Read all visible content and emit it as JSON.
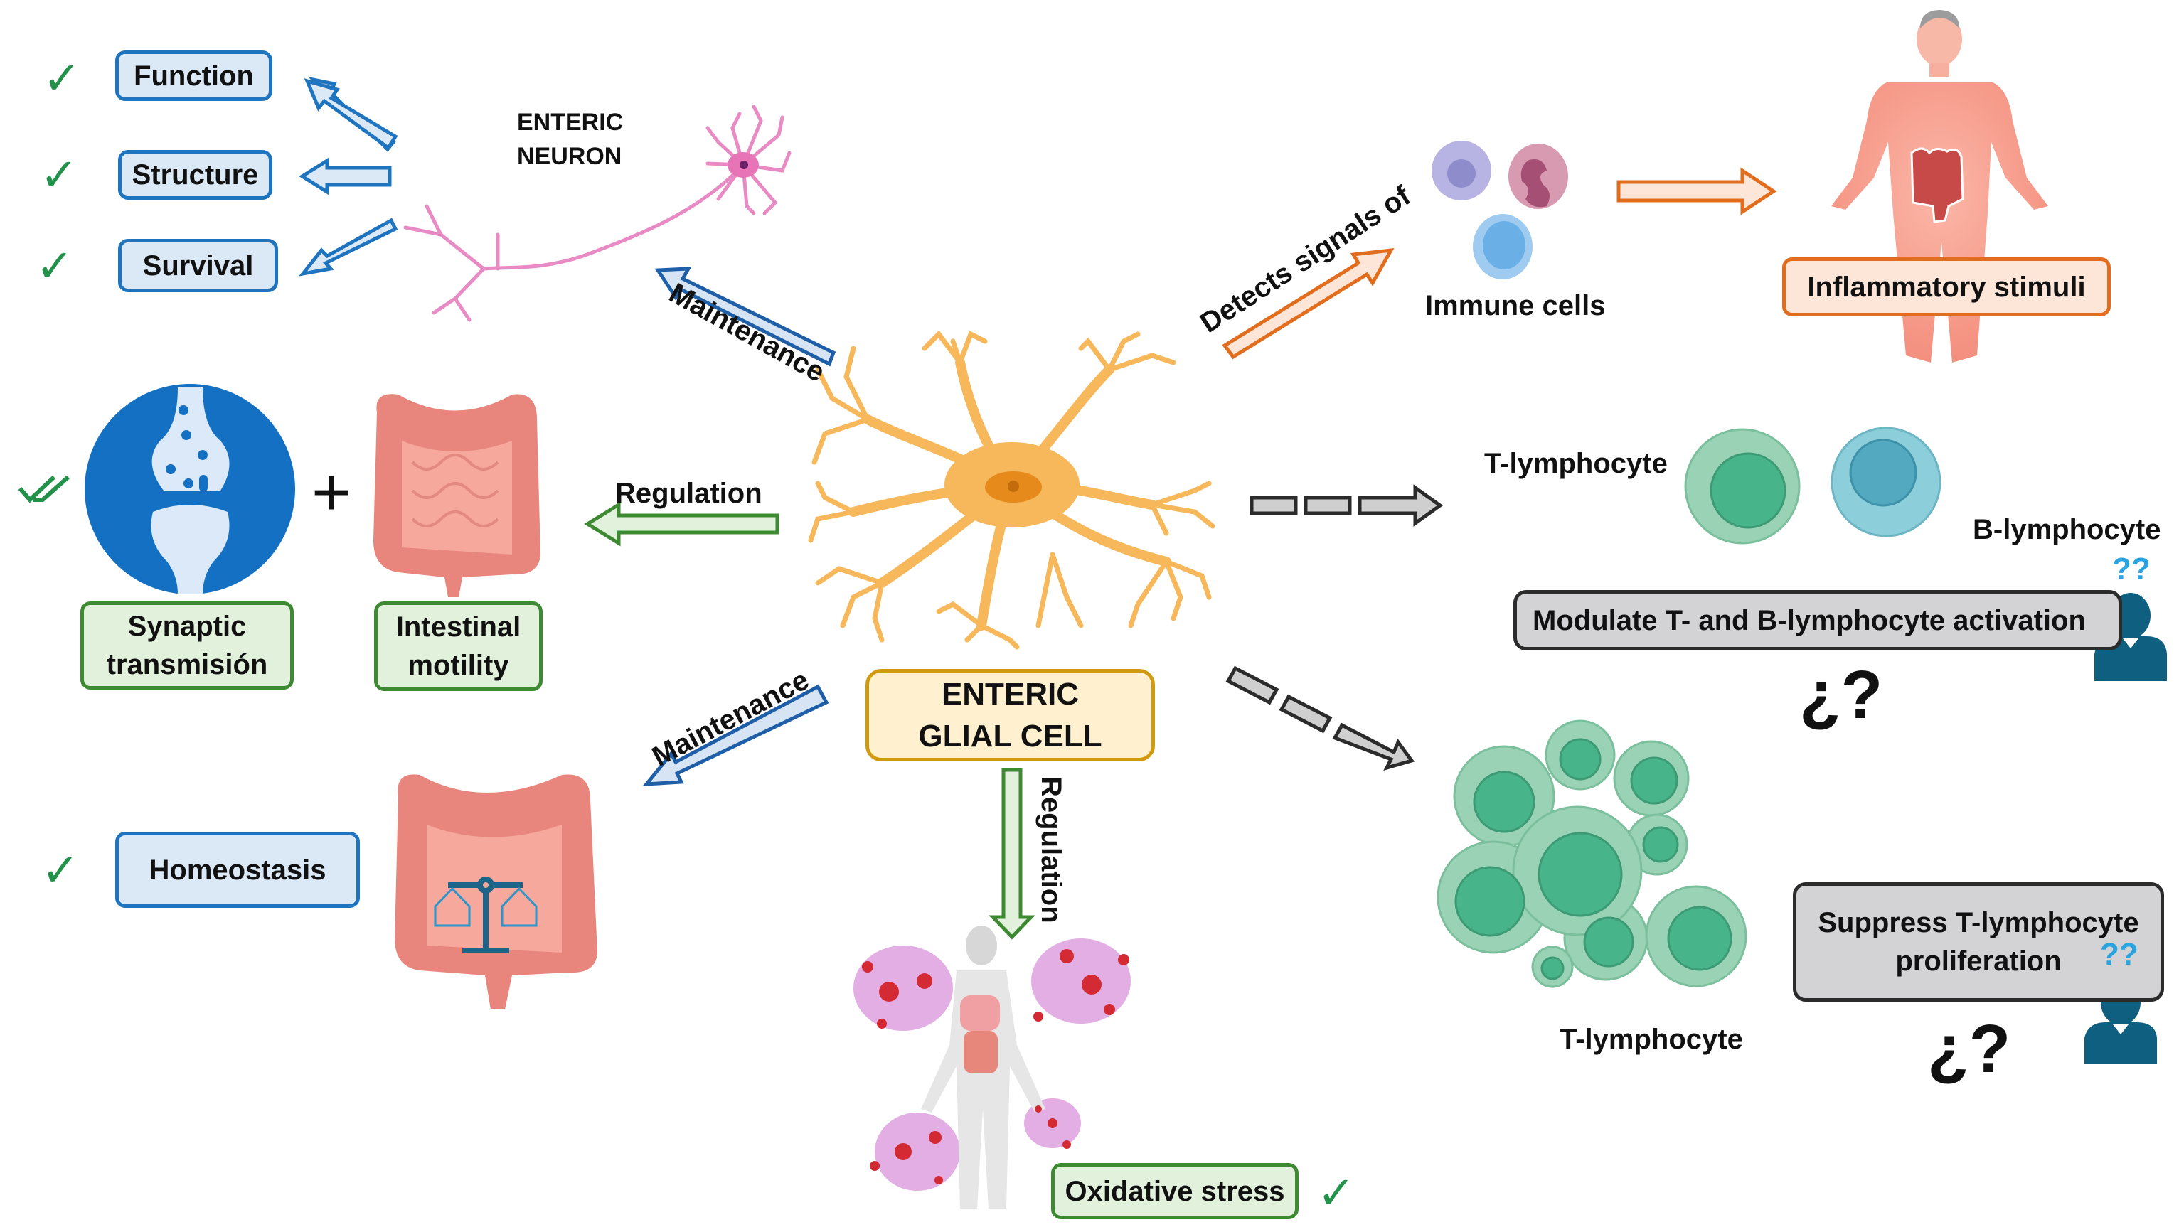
{
  "center": {
    "title_line1": "ENTERIC",
    "title_line2": "GLIAL CELL"
  },
  "neuron": {
    "label_line1": "ENTERIC",
    "label_line2": "NEURON",
    "outcomes": [
      {
        "label": "Function",
        "checked": true
      },
      {
        "label": "Structure",
        "checked": true
      },
      {
        "label": "Survival",
        "checked": true
      }
    ]
  },
  "arrows": {
    "maintenance_upper": "Maintenance",
    "regulation_left": "Regulation",
    "maintenance_lower": "Maintenance",
    "regulation_down": "Regulation",
    "detects": "Detects signals of"
  },
  "regulation_targets": {
    "synaptic_line1": "Synaptic",
    "synaptic_line2": "transmisión",
    "plus": "+",
    "motility_line1": "Intestinal",
    "motility_line2": "motility",
    "check_symbol": "double-check"
  },
  "homeostasis": {
    "label": "Homeostasis",
    "checked": true
  },
  "oxidative": {
    "label": "Oxidative stress",
    "checked": true
  },
  "immune": {
    "cells_label": "Immune cells",
    "stimuli_label": "Inflammatory stimuli"
  },
  "lymphocytes": {
    "t_label": "T-lymphocyte",
    "b_label": "B-lymphocyte",
    "modulate_label": "Modulate T- and B-lymphocyte activation",
    "t_label_2": "T-lymphocyte",
    "suppress_line1": "Suppress T-lymphocyte",
    "suppress_line2": "proliferation",
    "question": "¿?",
    "thinking": "??"
  },
  "symbols": {
    "check": "✓"
  },
  "colors": {
    "blue": "#1f74bf",
    "green": "#3d8a32",
    "orange": "#e26d1c",
    "gold": "#d19b10",
    "gray": "#2b2b2b",
    "glia": "#f6b85a",
    "tcell": "#48b489",
    "bcell": "#5ab0c5",
    "person": "#0e5f80"
  }
}
